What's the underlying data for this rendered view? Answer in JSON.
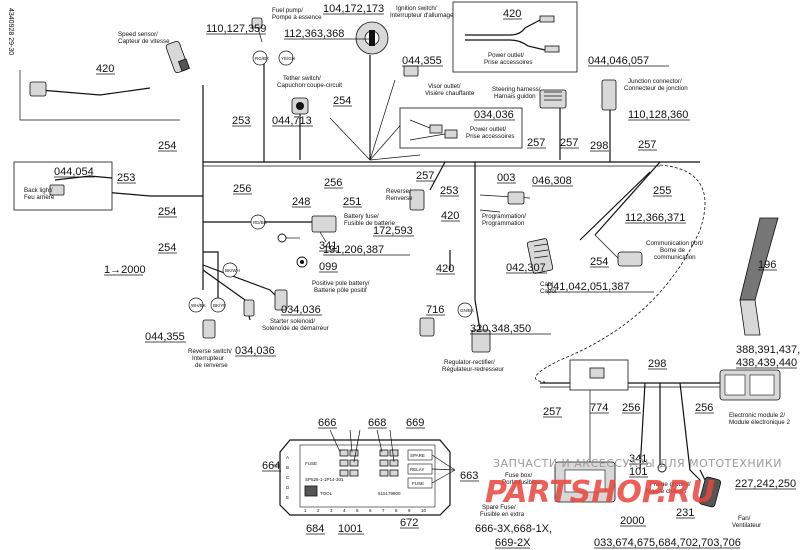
{
  "side_code": "4340928 29-30",
  "callouts": {
    "c110_127_359": "110,127,359",
    "c104_172_173": "104,172,173",
    "c420_top_left": "420",
    "c420_top_right": "420",
    "c044_046_057": "044,046,057",
    "c112_363_368": "112,363,368",
    "c044_355_top": "044,355",
    "c110_128_360": "110,128,360",
    "c253_a": "253",
    "c254_top": "254",
    "c044_713": "044,713",
    "c034_036_top": "034,036",
    "c254_left1": "254",
    "c257_a": "257",
    "c257_b": "257",
    "c298_top": "298",
    "c257_c": "257",
    "c044_054": "044,054",
    "c256_a": "256",
    "c256_b": "256",
    "c253_b": "253",
    "c257_d": "257",
    "c003": "003",
    "c046_308": "046,308",
    "c255": "255",
    "c254_left2": "254",
    "c248": "248",
    "c251": "251",
    "c253_c": "253",
    "c420_mid": "420",
    "c172_593": "172,593",
    "c112_366_371": "112,366,371",
    "c341_a": "341",
    "c191_206_387": "191,206,387",
    "c254_left3": "254",
    "c099": "099",
    "c420_low": "420",
    "c042_307": "042,307",
    "c254_right": "254",
    "c196": "196",
    "c1_2000": "1→2000",
    "c041_042_051_387": "041,042,051,387",
    "c034_036_mid": "034,036",
    "c716": "716",
    "c320_348_350": "320,348,350",
    "c044_355_low": "044,355",
    "c034_036_low": "034,036",
    "c388_437": "388,391,437,",
    "c438_440": "438,439,440",
    "c298_low": "298",
    "c257_low": "257",
    "c774": "774",
    "c256_low1": "256",
    "c256_low2": "256",
    "c666": "666",
    "c668": "668",
    "c669": "669",
    "c664": "664",
    "c663": "663",
    "c341_b": "341",
    "c101": "101",
    "c227_242_250": "227,242,250",
    "c231": "231",
    "c684": "684",
    "c1001": "1001",
    "c672": "672",
    "c2000": "2000",
    "c666_3x": "666-3X,668-1X,",
    "c669_2x": "669-2X",
    "c033_706": "033,674,675,684,702,703,706"
  },
  "labels": {
    "speed_sensor": [
      "Speed sensor/",
      "Capteur de vitesse"
    ],
    "fuel_pump": [
      "Fuel pump/",
      "Pompe à essence"
    ],
    "ignition_switch": [
      "Ignition switch/",
      "Interrupteur d'allumage"
    ],
    "power_outlet_top": [
      "Power outlet/",
      "Prise accessoires"
    ],
    "steering_harness": [
      "Steering harness/",
      "Harnais guidon"
    ],
    "junction_connector": [
      "Junction connector/",
      "Connecteur de jonction"
    ],
    "tether_switch": [
      "Tether switch/",
      "Capuchon coupe-circuit"
    ],
    "visor_outlet": [
      "Visor outlet/",
      "Visière chauffante"
    ],
    "power_outlet_mid": [
      "Power outlet/",
      "Prise accessoires"
    ],
    "back_light": [
      "Back light/",
      "Feu arrière"
    ],
    "battery_fuse": [
      "Battery fuse/",
      "Fusible de batterie"
    ],
    "reverse": [
      "Reverse/",
      "Renverse"
    ],
    "programmation": [
      "Programmation/",
      "Programmation"
    ],
    "communication_port": [
      "Communication port/",
      "Borne de",
      "communication"
    ],
    "positive_pole": [
      "Positive pole battery/",
      "Batterie pôle positif"
    ],
    "cab_capot": [
      "Cab/",
      "Capot"
    ],
    "starter_solenoid": [
      "Starter solenoid/",
      "Solénoïde de démarreur"
    ],
    "reverse_switch": [
      "Reverse switch/",
      "Interrupteur",
      "de renverse"
    ],
    "regulator": [
      "Regulator-rectifier/",
      "Régulateur-redresseur"
    ],
    "electronic_module": [
      "Electronic module 2/",
      "Module électronique 2"
    ],
    "fuse_box": [
      "Fuse box/",
      "Porte-fusibles"
    ],
    "frame_ground": [
      "Frame ground/",
      "Masse châssis"
    ],
    "fan": [
      "Fan/",
      "Ventilateur"
    ],
    "spare_fuse": [
      "Spare Fuse/",
      "Fusible en extra"
    ]
  },
  "fusebox_text": {
    "row_a": "FUSE",
    "row_b": "TOOL",
    "row_c": "SPARE",
    "row_d": "RELAY",
    "row_e": "FUSE",
    "letters": [
      "A",
      "B",
      "C",
      "D",
      "E"
    ],
    "numbers": [
      "1",
      "2",
      "3",
      "4",
      "5",
      "6",
      "7",
      "8",
      "9",
      "10"
    ],
    "part_left": "SP526-1-1P14-301",
    "part_right": "515179800"
  },
  "wire_codes": [
    "RG/BK",
    "YE/GN",
    "BK/WH",
    "RD/BK",
    "WH/BK",
    "BK/YE",
    "GN/BK"
  ],
  "watermark": {
    "text": "ЗАПЧАСТИ И АКСЕССУАРЫ ДЛЯ МОТОТЕХНИКИ",
    "brand": "PARTSHOP.RU"
  },
  "colors": {
    "line": "#111111",
    "component_fill": "#d8d8d8",
    "watermark_red": "#e9453d",
    "watermark_grey": "#9a9a9a"
  }
}
